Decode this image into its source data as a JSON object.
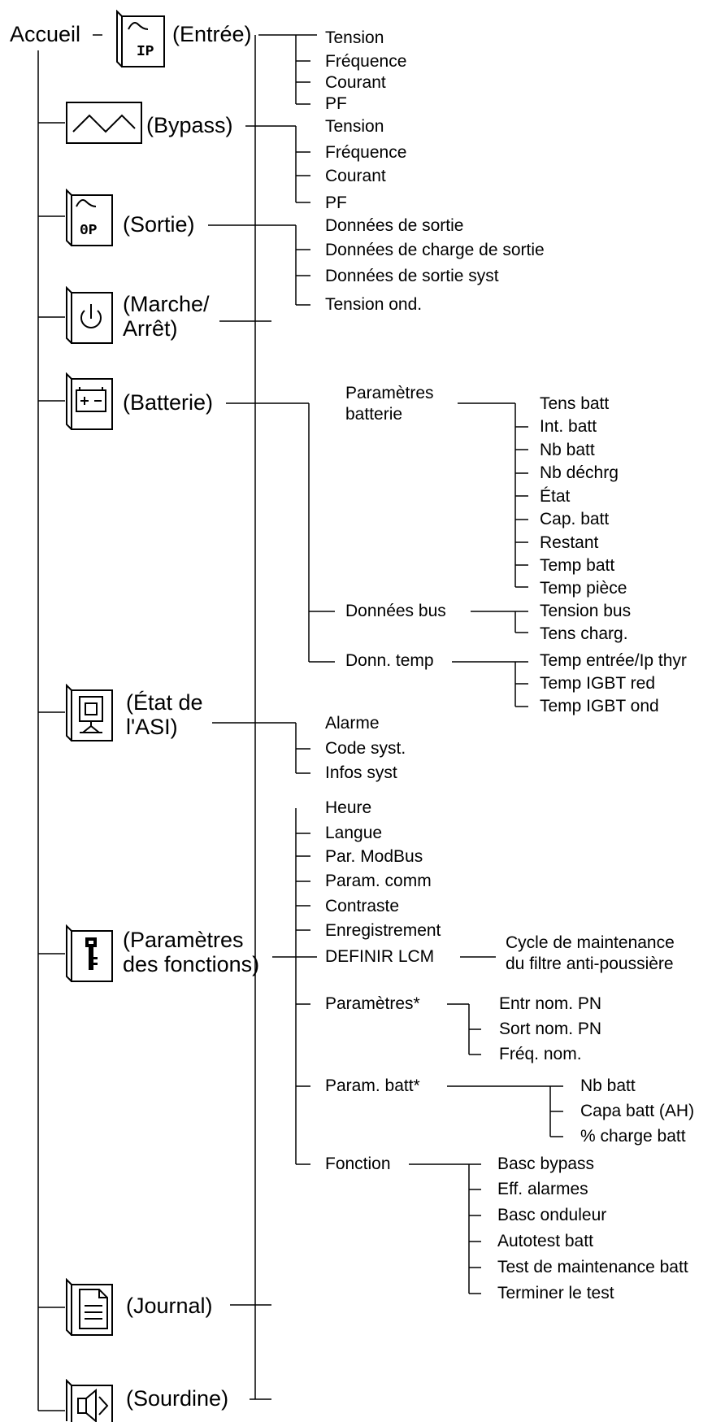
{
  "root": {
    "label": "Accueil"
  },
  "menu": [
    {
      "icon_name": "input-wave-icon",
      "icon_text": "IP",
      "label": "(Entrée)",
      "children": [
        "Tension",
        "Fréquence",
        "Courant",
        "PF"
      ]
    },
    {
      "icon_name": "bypass-wave-icon",
      "label": "(Bypass)",
      "children": [
        "Tension",
        "Fréquence",
        "Courant",
        "PF"
      ]
    },
    {
      "icon_name": "output-wave-icon",
      "icon_text": "0P",
      "label": "(Sortie)",
      "children": [
        "Données de sortie",
        "Données de charge de sortie",
        "Données de sortie syst",
        "Tension ond."
      ]
    },
    {
      "icon_name": "power-icon",
      "label": "(Marche/\nArrêt)"
    },
    {
      "icon_name": "battery-icon",
      "label": "(Batterie)",
      "groups": [
        {
          "label": "Paramètres\nbatterie",
          "children": [
            "Tens batt",
            "Int. batt",
            "Nb batt",
            "Nb déchrg",
            "État",
            "Cap. batt",
            "Restant",
            "Temp batt",
            "Temp pièce"
          ]
        },
        {
          "label": "Données bus",
          "children": [
            "Tension bus",
            "Tens charg."
          ]
        },
        {
          "label": "Donn. temp",
          "children": [
            "Temp entrée/Ip thyr",
            "Temp IGBT red",
            "Temp IGBT ond"
          ]
        }
      ]
    },
    {
      "icon_name": "ups-status-icon",
      "label": "(État de\nl'ASI)",
      "children": [
        "Alarme",
        "Code syst.",
        "Infos syst"
      ]
    },
    {
      "icon_name": "key-settings-icon",
      "label": "(Paramètres\ndes fonctions)",
      "children": [
        "Heure",
        "Langue",
        "Par. ModBus",
        "Param. comm",
        "Contraste",
        "Enregistrement"
      ],
      "lcm": {
        "label": "DEFINIR LCM",
        "detail": "Cycle de maintenance\ndu filtre anti-poussière"
      },
      "groups": [
        {
          "label": "Paramètres*",
          "children": [
            "Entr nom. PN",
            "Sort nom. PN",
            "Fréq. nom."
          ]
        },
        {
          "label": "Param. batt*",
          "children": [
            "Nb batt",
            "Capa batt (AH)",
            "% charge batt"
          ]
        },
        {
          "label": "Fonction",
          "children": [
            "Basc bypass",
            "Eff. alarmes",
            "Basc onduleur",
            "Autotest batt",
            "Test de maintenance batt",
            "Terminer le test"
          ]
        }
      ]
    },
    {
      "icon_name": "log-document-icon",
      "label": "(Journal)"
    },
    {
      "icon_name": "mute-speaker-icon",
      "label": "(Sourdine)"
    }
  ]
}
